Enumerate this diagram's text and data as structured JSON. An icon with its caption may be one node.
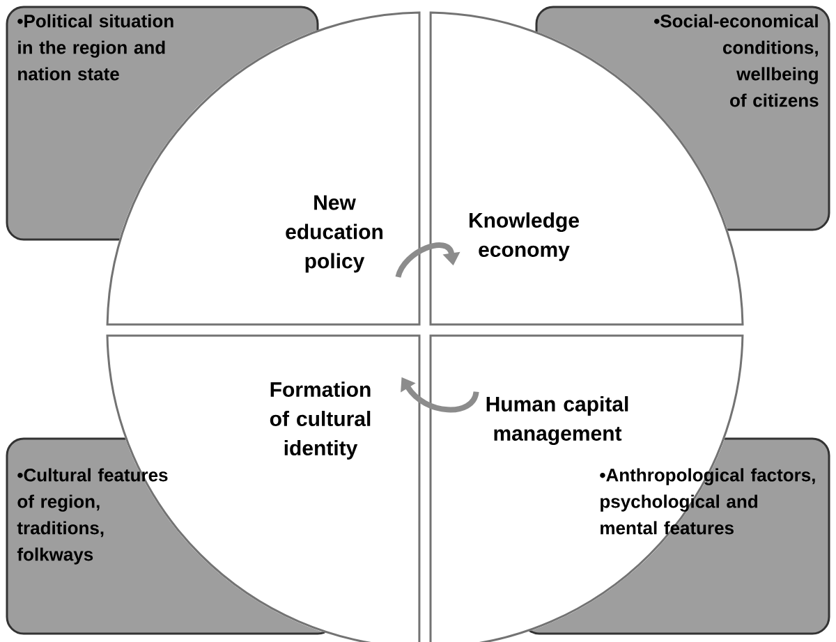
{
  "diagram": {
    "nodes": [
      {
        "text": [
          "•Political situation in the region and nation state"
        ]
      },
      {
        "text": [
          "•Social-economical conditions, wellbeing of citizens"
        ]
      },
      {
        "text": [
          "•Cultural features of region, traditions, folkways"
        ]
      },
      {
        "text": [
          "•Anthropological factors, psychological and mental features"
        ]
      },
      {
        "text": [
          "New education policy"
        ]
      },
      {
        "text": [
          "Knowledge economy"
        ]
      },
      {
        "text": [
          "Formation of cultural identity"
        ]
      },
      {
        "text": [
          "Human capital management"
        ]
      }
    ],
    "edges": [
      {
        "from": 4,
        "to": 5,
        "arrow": "to"
      },
      {
        "from": 7,
        "to": 6,
        "arrow": "to"
      }
    ]
  }
}
